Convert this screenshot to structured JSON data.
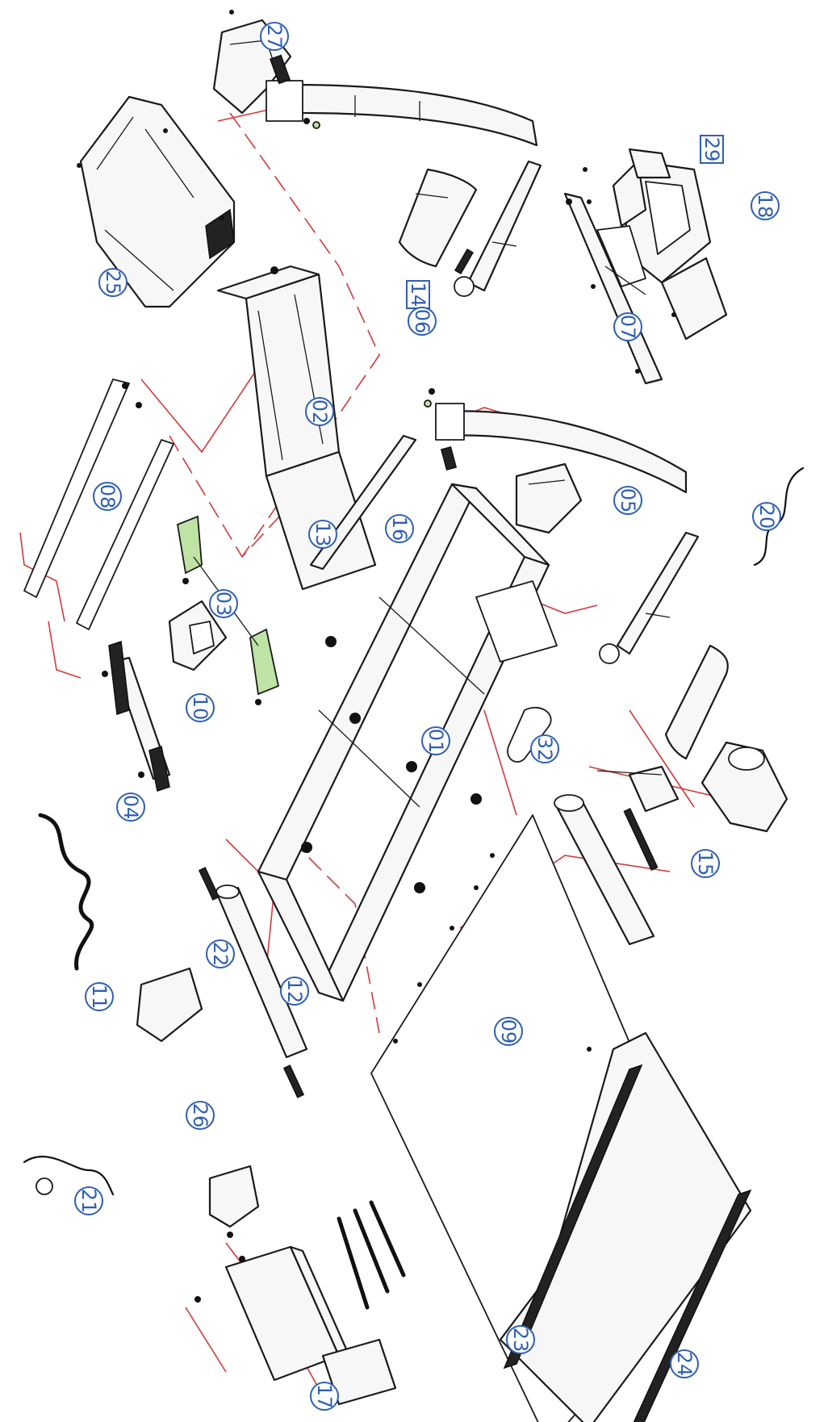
{
  "callouts": [
    {
      "id": "c27",
      "text": "27",
      "shape": "circle"
    },
    {
      "id": "c25",
      "text": "25",
      "shape": "circle"
    },
    {
      "id": "c29",
      "text": "29",
      "shape": "box"
    },
    {
      "id": "c18",
      "text": "18",
      "shape": "circle"
    },
    {
      "id": "c14",
      "text": "14",
      "shape": "box"
    },
    {
      "id": "c06",
      "text": "06",
      "shape": "circle"
    },
    {
      "id": "c07",
      "text": "07",
      "shape": "circle"
    },
    {
      "id": "c02",
      "text": "02",
      "shape": "circle"
    },
    {
      "id": "c08",
      "text": "08",
      "shape": "circle"
    },
    {
      "id": "c05",
      "text": "05",
      "shape": "circle"
    },
    {
      "id": "c20",
      "text": "20",
      "shape": "circle"
    },
    {
      "id": "c16",
      "text": "16",
      "shape": "circle"
    },
    {
      "id": "c13",
      "text": "13",
      "shape": "circle"
    },
    {
      "id": "c03",
      "text": "03",
      "shape": "circle"
    },
    {
      "id": "c10",
      "text": "10",
      "shape": "circle"
    },
    {
      "id": "c01",
      "text": "01",
      "shape": "circle"
    },
    {
      "id": "c32",
      "text": "32",
      "shape": "circle"
    },
    {
      "id": "c04",
      "text": "04",
      "shape": "circle"
    },
    {
      "id": "c15",
      "text": "15",
      "shape": "circle"
    },
    {
      "id": "c11",
      "text": "11",
      "shape": "circle"
    },
    {
      "id": "c22",
      "text": "22",
      "shape": "circle"
    },
    {
      "id": "c12",
      "text": "12",
      "shape": "circle"
    },
    {
      "id": "c09",
      "text": "09",
      "shape": "circle"
    },
    {
      "id": "c26",
      "text": "26",
      "shape": "circle"
    },
    {
      "id": "c21",
      "text": "21",
      "shape": "circle"
    },
    {
      "id": "c17",
      "text": "17",
      "shape": "circle"
    },
    {
      "id": "c23",
      "text": "23",
      "shape": "circle"
    },
    {
      "id": "c24",
      "text": "24",
      "shape": "circle"
    }
  ],
  "colors": {
    "callout": "#2f5fb3",
    "leader": "#d23a3a",
    "outline": "#1a1a1a",
    "highlight": "#bfe3a5"
  }
}
